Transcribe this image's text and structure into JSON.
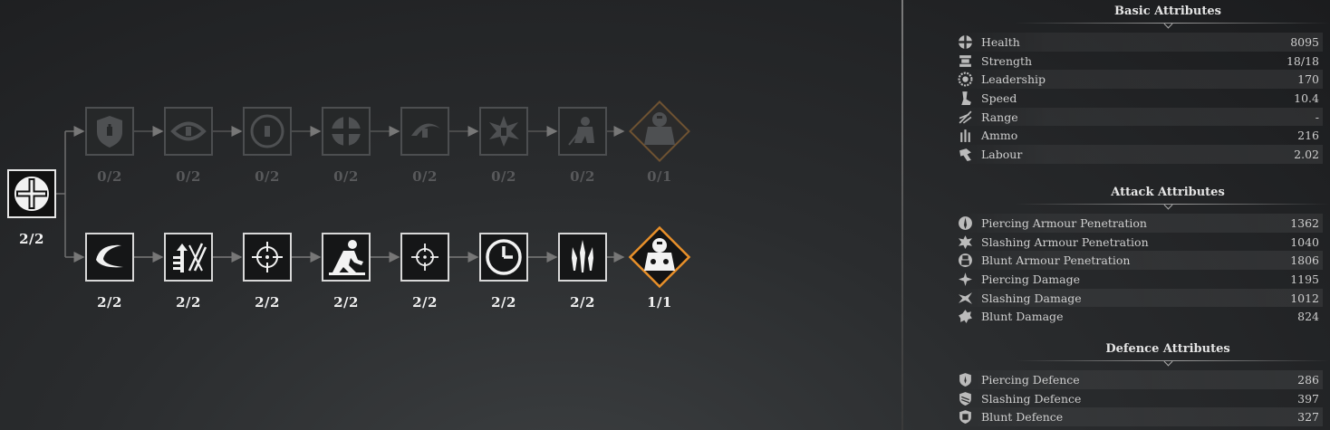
{
  "tree": {
    "root": {
      "icon": "health-cross-icon",
      "count": "2/2"
    },
    "top_row": [
      {
        "icon": "shield-bottle-icon",
        "count": "0/2"
      },
      {
        "icon": "eye-bottle-icon",
        "count": "0/2"
      },
      {
        "icon": "clock-bottle-icon",
        "count": "0/2"
      },
      {
        "icon": "cross-bottle-icon",
        "count": "0/2"
      },
      {
        "icon": "swoosh-bottle-icon",
        "count": "0/2"
      },
      {
        "icon": "burst-bottle-icon",
        "count": "0/2"
      },
      {
        "icon": "warrior-bottle-icon",
        "count": "0/2"
      },
      {
        "icon": "knight-ultimate-icon",
        "count": "0/1"
      }
    ],
    "bottom_row": [
      {
        "icon": "crescent-slash-icon",
        "count": "2/2"
      },
      {
        "icon": "arrows-up-icon",
        "count": "2/2"
      },
      {
        "icon": "crosshair-icon",
        "count": "2/2"
      },
      {
        "icon": "sprint-runner-icon",
        "count": "2/2"
      },
      {
        "icon": "crosshair-small-icon",
        "count": "2/2"
      },
      {
        "icon": "clock-icon",
        "count": "2/2"
      },
      {
        "icon": "spear-tips-icon",
        "count": "2/2"
      },
      {
        "icon": "knight-ultimate-icon",
        "count": "1/1"
      }
    ],
    "colors": {
      "accent": "#e8902a",
      "locked_accent": "#6e5232",
      "active_border": "#d8d8d8",
      "locked_border": "#4c4e50"
    }
  },
  "panel": {
    "basic": {
      "title": "Basic Attributes",
      "rows": [
        {
          "icon": "health-icon",
          "label": "Health",
          "value": "8095"
        },
        {
          "icon": "strength-icon",
          "label": "Strength",
          "value": "18/18"
        },
        {
          "icon": "leadership-icon",
          "label": "Leadership",
          "value": "170"
        },
        {
          "icon": "speed-icon",
          "label": "Speed",
          "value": "10.4"
        },
        {
          "icon": "range-icon",
          "label": "Range",
          "value": "-"
        },
        {
          "icon": "ammo-icon",
          "label": "Ammo",
          "value": "216"
        },
        {
          "icon": "labour-icon",
          "label": "Labour",
          "value": "2.02"
        }
      ]
    },
    "attack": {
      "title": "Attack Attributes",
      "rows": [
        {
          "icon": "piercing-penetration-icon",
          "label": "Piercing Armour Penetration",
          "value": "1362"
        },
        {
          "icon": "slashing-penetration-icon",
          "label": "Slashing Armour Penetration",
          "value": "1040"
        },
        {
          "icon": "blunt-penetration-icon",
          "label": "Blunt Armour Penetration",
          "value": "1806"
        },
        {
          "icon": "piercing-damage-icon",
          "label": "Piercing Damage",
          "value": "1195"
        },
        {
          "icon": "slashing-damage-icon",
          "label": "Slashing Damage",
          "value": "1012"
        },
        {
          "icon": "blunt-damage-icon",
          "label": "Blunt Damage",
          "value": "824"
        }
      ]
    },
    "defence": {
      "title": "Defence Attributes",
      "rows": [
        {
          "icon": "piercing-defence-icon",
          "label": "Piercing Defence",
          "value": "286"
        },
        {
          "icon": "slashing-defence-icon",
          "label": "Slashing Defence",
          "value": "397"
        },
        {
          "icon": "blunt-defence-icon",
          "label": "Blunt Defence",
          "value": "327"
        }
      ]
    }
  }
}
